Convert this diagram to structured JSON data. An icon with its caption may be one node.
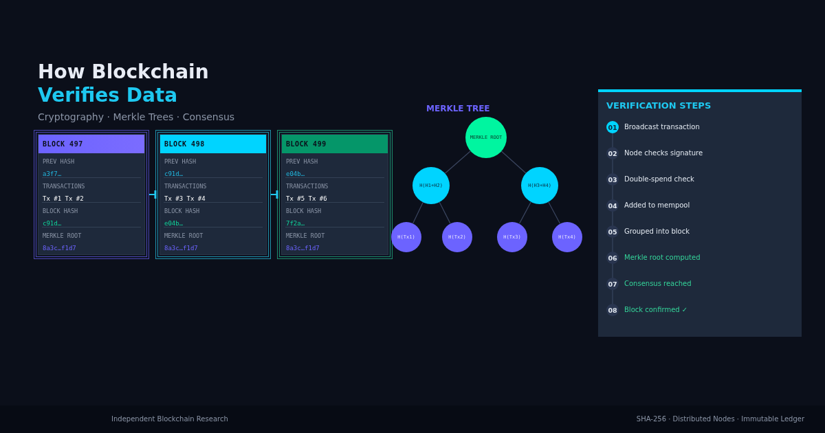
{
  "diagram": {
    "title": "How Blockchain",
    "nodes": [
      {
        "text": [
          "BLOCK 497",
          "PREV HASH",
          "a3f7…",
          "TRANSACTIONS",
          "Tx #1 Tx #2",
          "BLOCK HASH",
          "c91d…",
          "MERKLE ROOT",
          "8a3c…f1d7"
        ]
      },
      {
        "text": [
          "BLOCK 498",
          "PREV HASH",
          "c91d…",
          "TRANSACTIONS",
          "Tx #3 Tx #4",
          "BLOCK HASH",
          "e04b…",
          "MERKLE ROOT",
          "8a3c…f1d7"
        ]
      },
      {
        "text": [
          "BLOCK 499",
          "PREV HASH",
          "e04b…",
          "TRANSACTIONS",
          "Tx #5 Tx #6",
          "BLOCK HASH",
          "7f2a…",
          "MERKLE ROOT",
          "8a3c…f1d7"
        ]
      },
      {
        "text": [
          "MERKLE ROOT"
        ]
      },
      {
        "text": [
          "H(H1+H2)"
        ]
      },
      {
        "text": [
          "H(H3+H4)"
        ]
      },
      {
        "text": [
          "H(Tx1)"
        ]
      },
      {
        "text": [
          "H(Tx2)"
        ]
      },
      {
        "text": [
          "H(Tx3)"
        ]
      },
      {
        "text": [
          "H(Tx4)"
        ]
      },
      {
        "text": [
          "VERIFICATION STEPS"
        ]
      },
      {
        "text": [
          "01"
        ],
        "beside": [
          "Broadcast transaction"
        ],
        "in": 10
      },
      {
        "text": [
          "02"
        ],
        "beside": [
          "Node checks signature"
        ],
        "in": 10
      },
      {
        "text": [
          "03"
        ],
        "beside": [
          "Double-spend check"
        ],
        "in": 10
      },
      {
        "text": [
          "04"
        ],
        "beside": [
          "Added to mempool"
        ],
        "in": 10
      },
      {
        "text": [
          "05"
        ],
        "beside": [
          "Grouped into block"
        ],
        "in": 10
      },
      {
        "text": [
          "06"
        ],
        "beside": [
          "Merkle root computed"
        ],
        "in": 10
      },
      {
        "text": [
          "07"
        ],
        "beside": [
          "Consensus reached"
        ],
        "in": 10
      },
      {
        "text": [
          "08"
        ],
        "beside": [
          "Block confirmed ✓"
        ],
        "in": 10
      }
    ],
    "edges": [
      {
        "from": 0,
        "to": 1,
        "arrow": "other",
        "color": "#22c8ee"
      },
      {
        "from": 1,
        "to": 2,
        "arrow": "other",
        "color": "#22c8ee"
      },
      {
        "from": 3,
        "to": 4,
        "arrow": "none"
      },
      {
        "from": 3,
        "to": 5,
        "arrow": "none"
      },
      {
        "from": 4,
        "to": 6,
        "arrow": "none"
      },
      {
        "from": 4,
        "to": 7,
        "arrow": "none"
      },
      {
        "from": 5,
        "to": 8,
        "arrow": "none"
      },
      {
        "from": 5,
        "to": 9,
        "arrow": "none"
      },
      {
        "from": 11,
        "to": 12,
        "arrow": "none"
      },
      {
        "from": 12,
        "to": 13,
        "arrow": "none"
      },
      {
        "from": 13,
        "to": 14,
        "arrow": "none"
      },
      {
        "from": 14,
        "to": 15,
        "arrow": "none"
      },
      {
        "from": 15,
        "to": 16,
        "arrow": "none"
      },
      {
        "from": 16,
        "to": 17,
        "arrow": "none"
      },
      {
        "from": 17,
        "to": 18,
        "arrow": "none"
      }
    ],
    "labels": [
      "Verifies Data",
      "Cryptography · Merkle Trees · Consensus",
      "MERKLE TREE",
      "Independent Blockchain Research",
      "SHA-256 · Distributed Nodes · Immutable Ledger"
    ]
  }
}
